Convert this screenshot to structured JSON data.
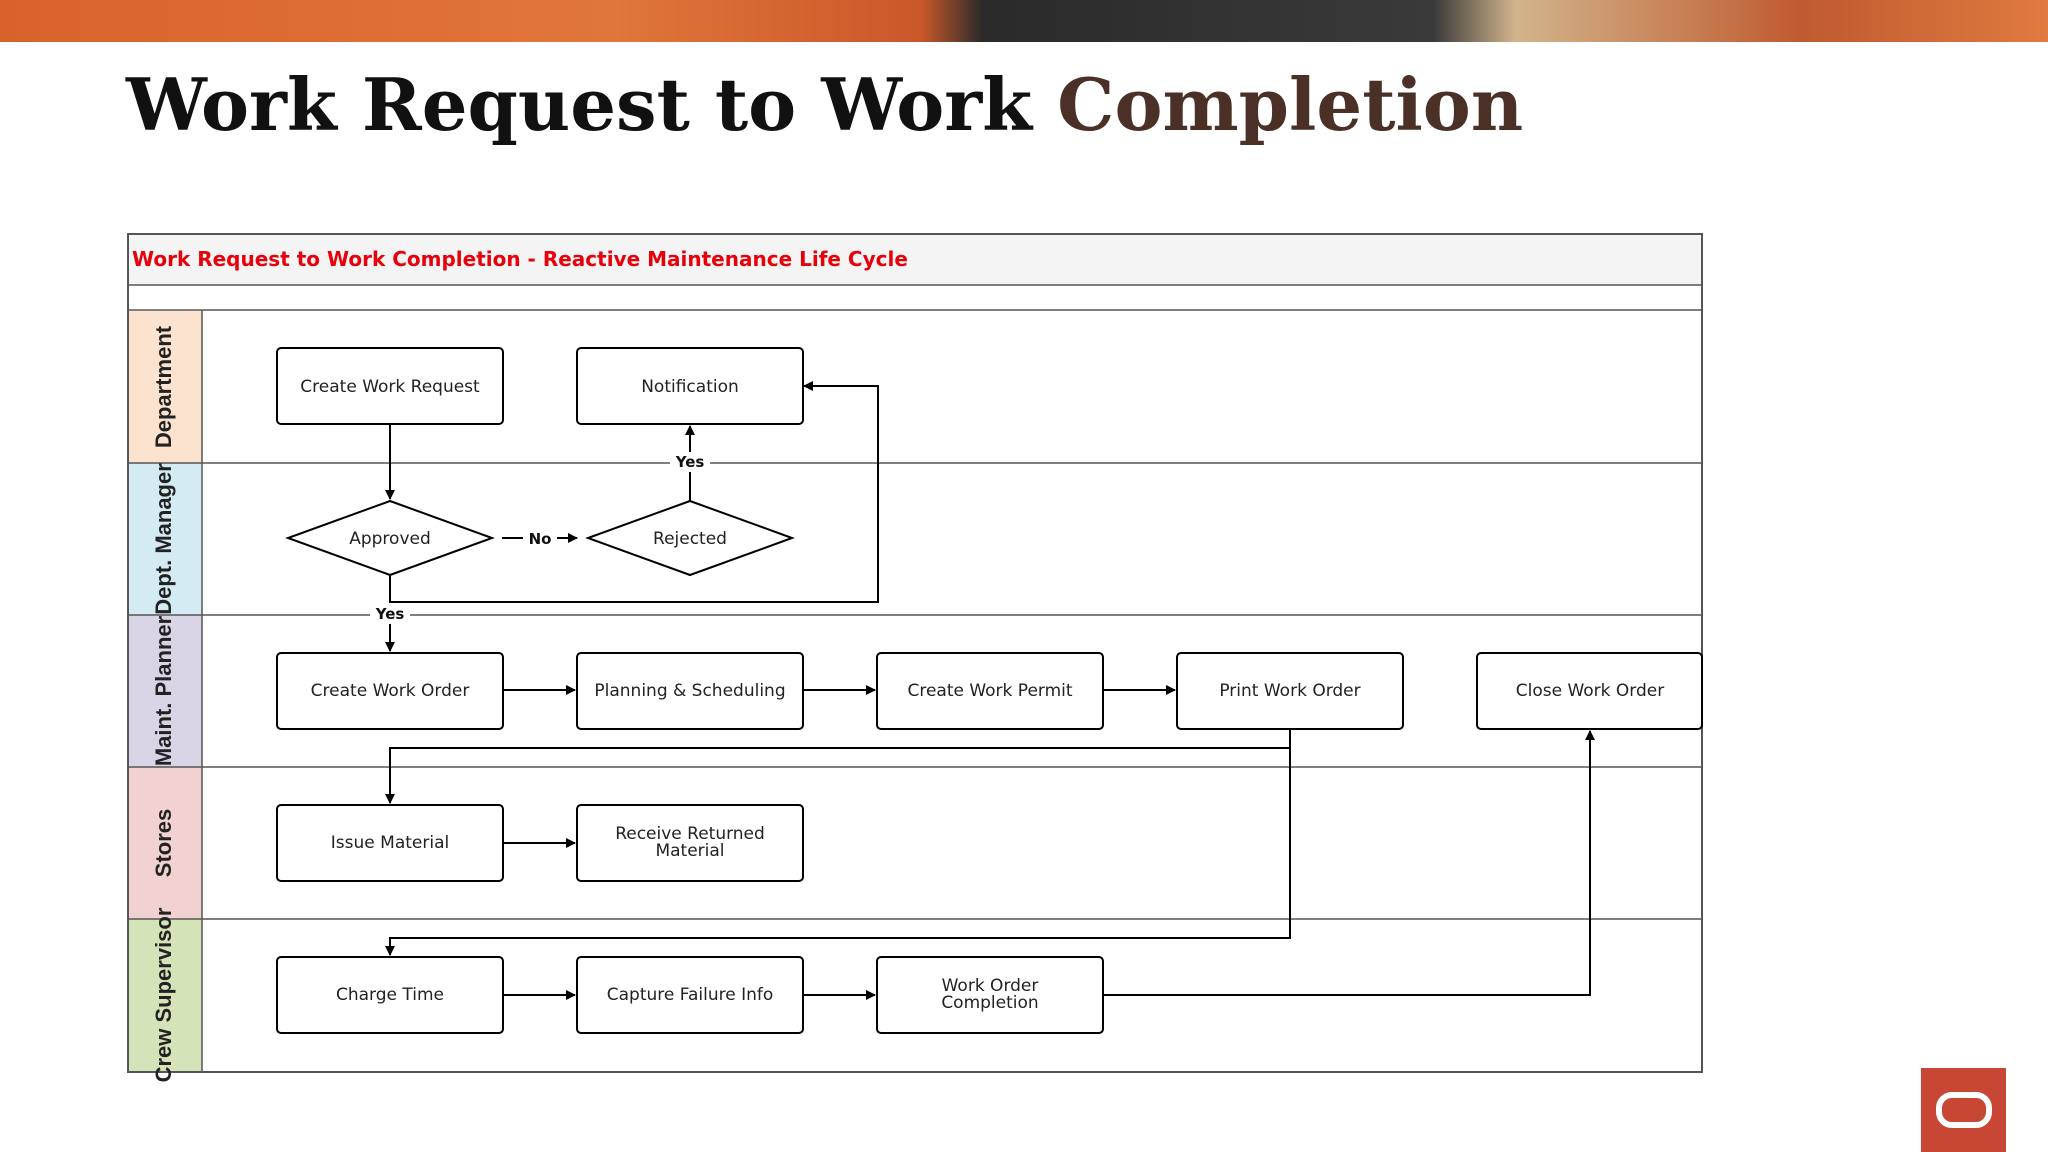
{
  "slide": {
    "title_main": "Work Request to Work",
    "title_accent": "Completion"
  },
  "diagram": {
    "title": "Work Request to Work Completion - Reactive Maintenance Life Cycle",
    "title_color": "#e8000b",
    "lanes": [
      {
        "label": "Department",
        "color": "#fbe3d0"
      },
      {
        "label": "Dept. Manager",
        "color": "#d4ebf4"
      },
      {
        "label": "Maint. Planner",
        "color": "#d9d3e6"
      },
      {
        "label": "Stores",
        "color": "#f2d2d0"
      },
      {
        "label": "Crew Supervisor",
        "color": "#d4e4b8"
      }
    ],
    "nodes": {
      "create_work_request": "Create Work Request",
      "notification": "Notification",
      "approved": "Approved",
      "rejected": "Rejected",
      "create_work_order": "Create Work Order",
      "planning_scheduling": "Planning & Scheduling",
      "create_work_permit": "Create Work Permit",
      "print_work_order": "Print Work Order",
      "close_work_order": "Close Work Order",
      "issue_material": "Issue Material",
      "receive_returned_material_1": "Receive Returned",
      "receive_returned_material_2": "Material",
      "charge_time": "Charge Time",
      "capture_failure_info": "Capture Failure Info",
      "work_order_completion_1": "Work Order",
      "work_order_completion_2": "Completion"
    },
    "edge_labels": {
      "no": "No",
      "yes_rejected": "Yes",
      "yes_approved": "Yes"
    }
  },
  "brand": {
    "logo_icon": "oracle-logo-icon",
    "logo_color": "#c74634"
  }
}
